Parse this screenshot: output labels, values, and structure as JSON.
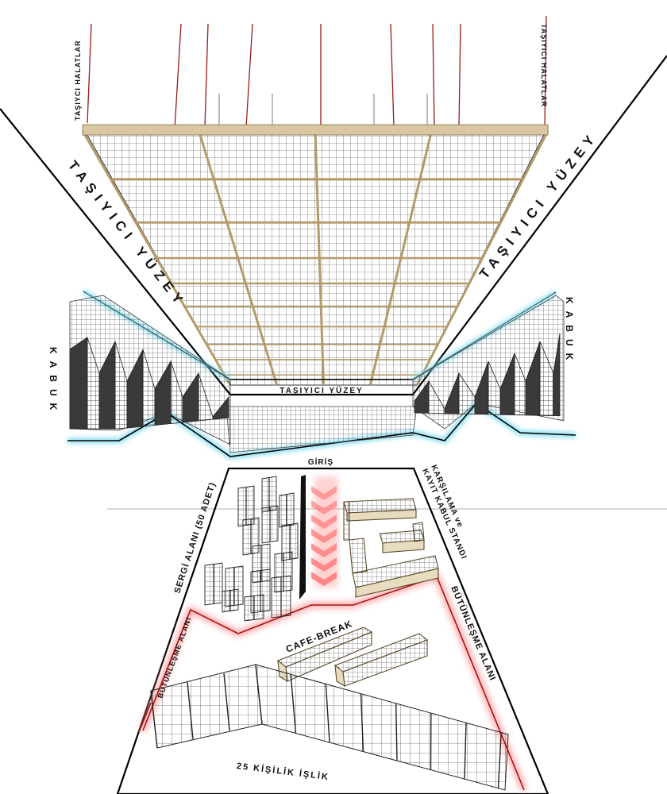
{
  "labels": {
    "cable_left": "TAŞIYCI HALATLAR",
    "cable_right": "TAŞIYICI HALATLAR",
    "surface_left": "TAŞIYICI YÜZEY",
    "surface_right": "TAŞIYICI YÜZEY",
    "surface_bottom": "TAŞIYICI YÜZEY",
    "shell_left": "KABUK",
    "shell_right": "KABUK",
    "entrance": "GİRİŞ",
    "reception": "KARŞILAMA ve KAYIT KABUL STANDI",
    "exhibition": "SERGİ ALANI (50 ADET)",
    "integration_left": "BÜTÜNLEŞME ALANI",
    "integration_right": "BÜTÜNLEŞME ALANI",
    "cafe": "CAFE-BREAK",
    "workshop": "25 KİŞİLİK İŞLİK"
  },
  "colors": {
    "outline": "#000000",
    "frame": "#b59a6a",
    "mesh": "#333333",
    "cable": "#9a1b1b",
    "shell_glow": "#7fdcf0",
    "zone_glow": "#ff9a9a",
    "arrow": "#ff8c8c"
  }
}
